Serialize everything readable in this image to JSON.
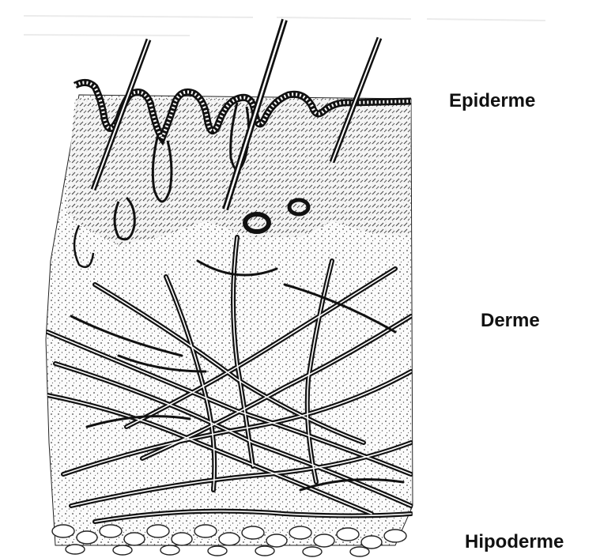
{
  "labels": {
    "epiderme": "Epiderme",
    "derme": "Derme",
    "hipoderme": "Hipoderme"
  },
  "colors": {
    "ink": "#111111",
    "paper": "#ffffff",
    "stipple": "#444444"
  }
}
